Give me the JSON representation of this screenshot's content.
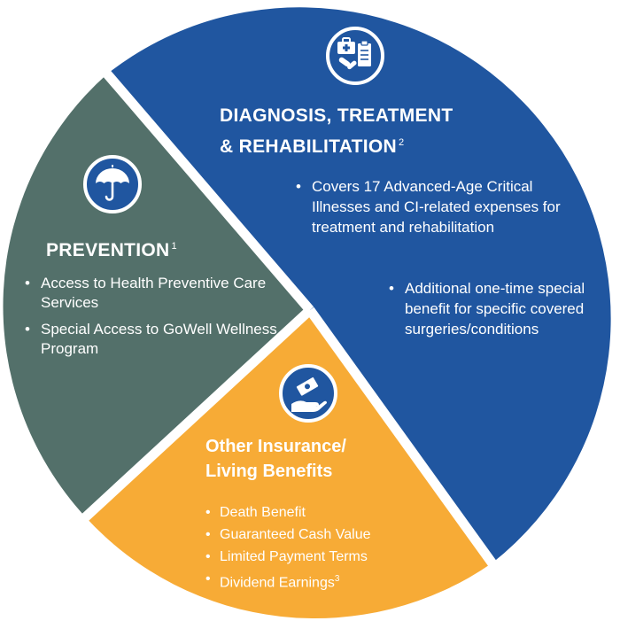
{
  "colors": {
    "diagnosis": "#2056a0",
    "prevention": "#53706a",
    "other": "#f7ab36",
    "divider": "#ffffff",
    "icon_ring": "#ffffff"
  },
  "segments": {
    "diagnosis": {
      "icon": "medical-kit-clipboard-icon",
      "title_line1": "DIAGNOSIS, TREATMENT",
      "title_line2": "& REHABILITATION",
      "footnote": "2",
      "bullets": [
        "Covers 17 Advanced-Age Critical Illnesses and CI-related expenses for treatment and rehabilitation",
        "Additional one-time special benefit for specific covered surgeries/conditions"
      ]
    },
    "prevention": {
      "icon": "umbrella-icon",
      "title": "PREVENTION",
      "footnote": "1",
      "bullets": [
        "Access to Health Preventive Care Services",
        "Special Access to GoWell Wellness Program"
      ]
    },
    "other": {
      "icon": "hand-money-icon",
      "title_line1": "Other Insurance/",
      "title_line2": "Living Benefits",
      "bullets": [
        "Death Benefit",
        "Guaranteed Cash Value",
        "Limited Payment Terms",
        "Dividend Earnings"
      ],
      "last_footnote": "3"
    }
  }
}
